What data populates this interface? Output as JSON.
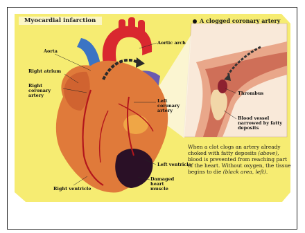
{
  "diagram": {
    "title": "Myocardial infarction",
    "inset_title": "A clogged coronary artery",
    "labels": {
      "aorta": "Aorta",
      "aortic_arch": "Aortic arch",
      "right_atrium": "Right atrium",
      "right_coronary_artery": "Right coronary artery",
      "left_coronary_artery": "Left coronary artery",
      "left_ventricle": "Left ventricle",
      "damaged_heart_muscle": "Damaged heart muscle",
      "right_ventricle": "Right ventricle",
      "thrombus": "Thrombus",
      "narrowed_vessel": "Blood vessel narrowed by fatty deposits"
    },
    "caption": {
      "part1": "When a clot clogs an artery already choked with fatty deposits ",
      "em1": "(above)",
      "part2": ", blood is prevented from reaching part of the heart. Without oxygen, the tissue begins to die ",
      "em2": "(black area, left)",
      "part3": "."
    },
    "colors": {
      "background": "#f6ec72",
      "heart": "#e07a3a",
      "aorta": "#d9282f",
      "vein": "#3b74c4",
      "damaged": "#2a1026"
    }
  }
}
